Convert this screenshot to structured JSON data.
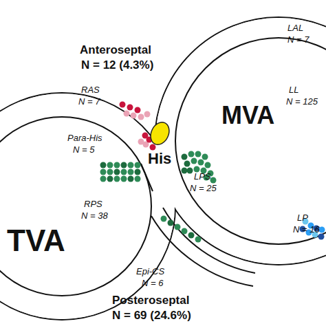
{
  "diagram": {
    "nodes": [
      {
        "text": [
          "TVA"
        ]
      },
      {
        "text": [
          "His"
        ]
      },
      {
        "text": [
          "MVA"
        ]
      }
    ],
    "labels": [
      "Anteroseptal",
      "N = 12 (4.3%)",
      "RAS",
      "N = 7",
      "LAL",
      "N = 7",
      "Para-His",
      "N = 5",
      "LL",
      "N = 125",
      "LPS",
      "N = 25",
      "RPS",
      "N = 38",
      "LP",
      "N = 16",
      "Epi-CS",
      "N = 6",
      "Posteroseptal",
      "N = 69 (24.6%)"
    ]
  }
}
